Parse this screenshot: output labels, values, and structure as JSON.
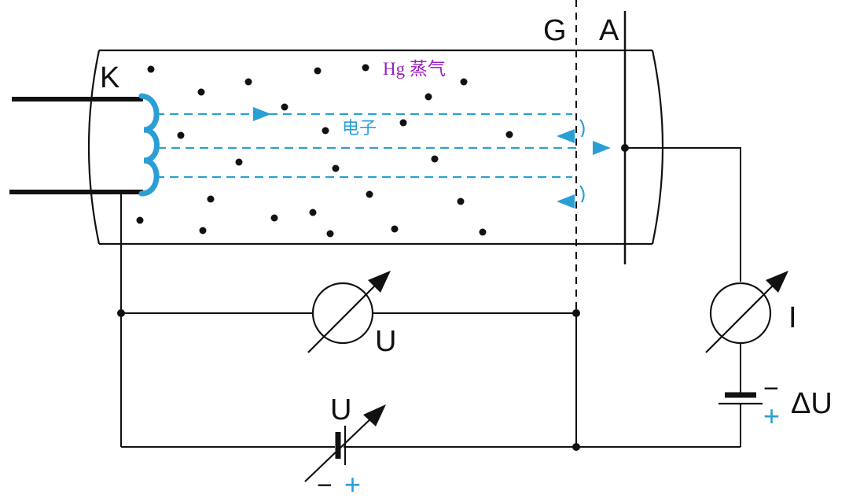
{
  "labels": {
    "cathode": "K",
    "grid": "G",
    "anode": "A",
    "vapor": "Hg 蒸气",
    "electron": "电子",
    "meter_voltage": "U",
    "meter_current": "I",
    "source_voltage": "U",
    "source_minus": "−",
    "source_plus": "+",
    "retard_minus": "−",
    "retard_plus": "+",
    "retard_voltage": "ΔU"
  },
  "colors": {
    "line": "#111111",
    "electron_beam": "#2a9fd6",
    "vapor_label": "#9b1fbf",
    "plus_sign": "#2a9fd6"
  }
}
